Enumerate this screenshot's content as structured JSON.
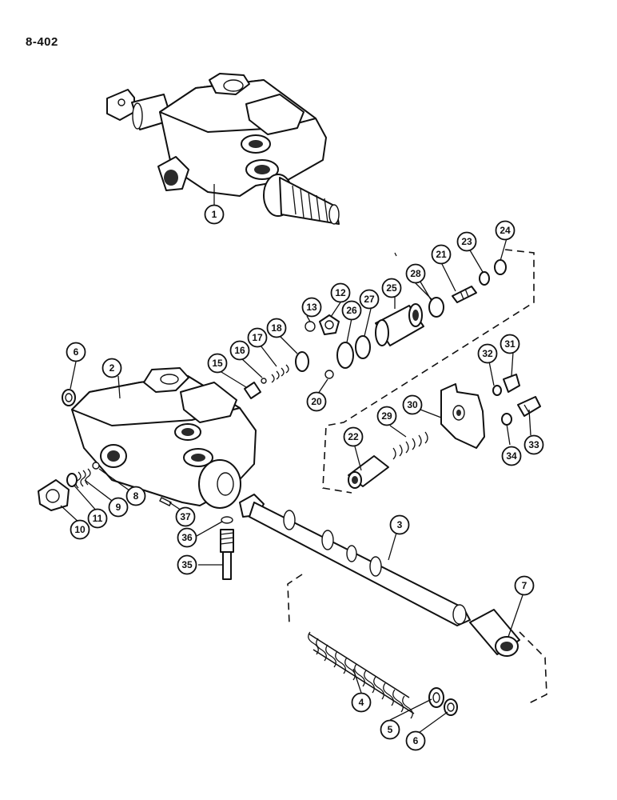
{
  "page_number": "8-402",
  "callouts": [
    {
      "id": "c1",
      "label": "1"
    },
    {
      "id": "c2",
      "label": "2"
    },
    {
      "id": "c3",
      "label": "3"
    },
    {
      "id": "c4",
      "label": "4"
    },
    {
      "id": "c5",
      "label": "5"
    },
    {
      "id": "c6a",
      "label": "6"
    },
    {
      "id": "c6b",
      "label": "6"
    },
    {
      "id": "c7",
      "label": "7"
    },
    {
      "id": "c8",
      "label": "8"
    },
    {
      "id": "c9",
      "label": "9"
    },
    {
      "id": "c10",
      "label": "10"
    },
    {
      "id": "c11",
      "label": "11"
    },
    {
      "id": "c12",
      "label": "12"
    },
    {
      "id": "c13",
      "label": "13"
    },
    {
      "id": "c15",
      "label": "15"
    },
    {
      "id": "c16",
      "label": "16"
    },
    {
      "id": "c17",
      "label": "17"
    },
    {
      "id": "c18",
      "label": "18"
    },
    {
      "id": "c20",
      "label": "20"
    },
    {
      "id": "c21",
      "label": "21"
    },
    {
      "id": "c22",
      "label": "22"
    },
    {
      "id": "c23",
      "label": "23"
    },
    {
      "id": "c24",
      "label": "24"
    },
    {
      "id": "c25",
      "label": "25"
    },
    {
      "id": "c26",
      "label": "26"
    },
    {
      "id": "c27",
      "label": "27"
    },
    {
      "id": "c28",
      "label": "28"
    },
    {
      "id": "c29",
      "label": "29"
    },
    {
      "id": "c30",
      "label": "30"
    },
    {
      "id": "c31",
      "label": "31"
    },
    {
      "id": "c32",
      "label": "32"
    },
    {
      "id": "c33",
      "label": "33"
    },
    {
      "id": "c34",
      "label": "34"
    },
    {
      "id": "c35",
      "label": "35"
    },
    {
      "id": "c36",
      "label": "36"
    },
    {
      "id": "c37",
      "label": "37"
    }
  ]
}
